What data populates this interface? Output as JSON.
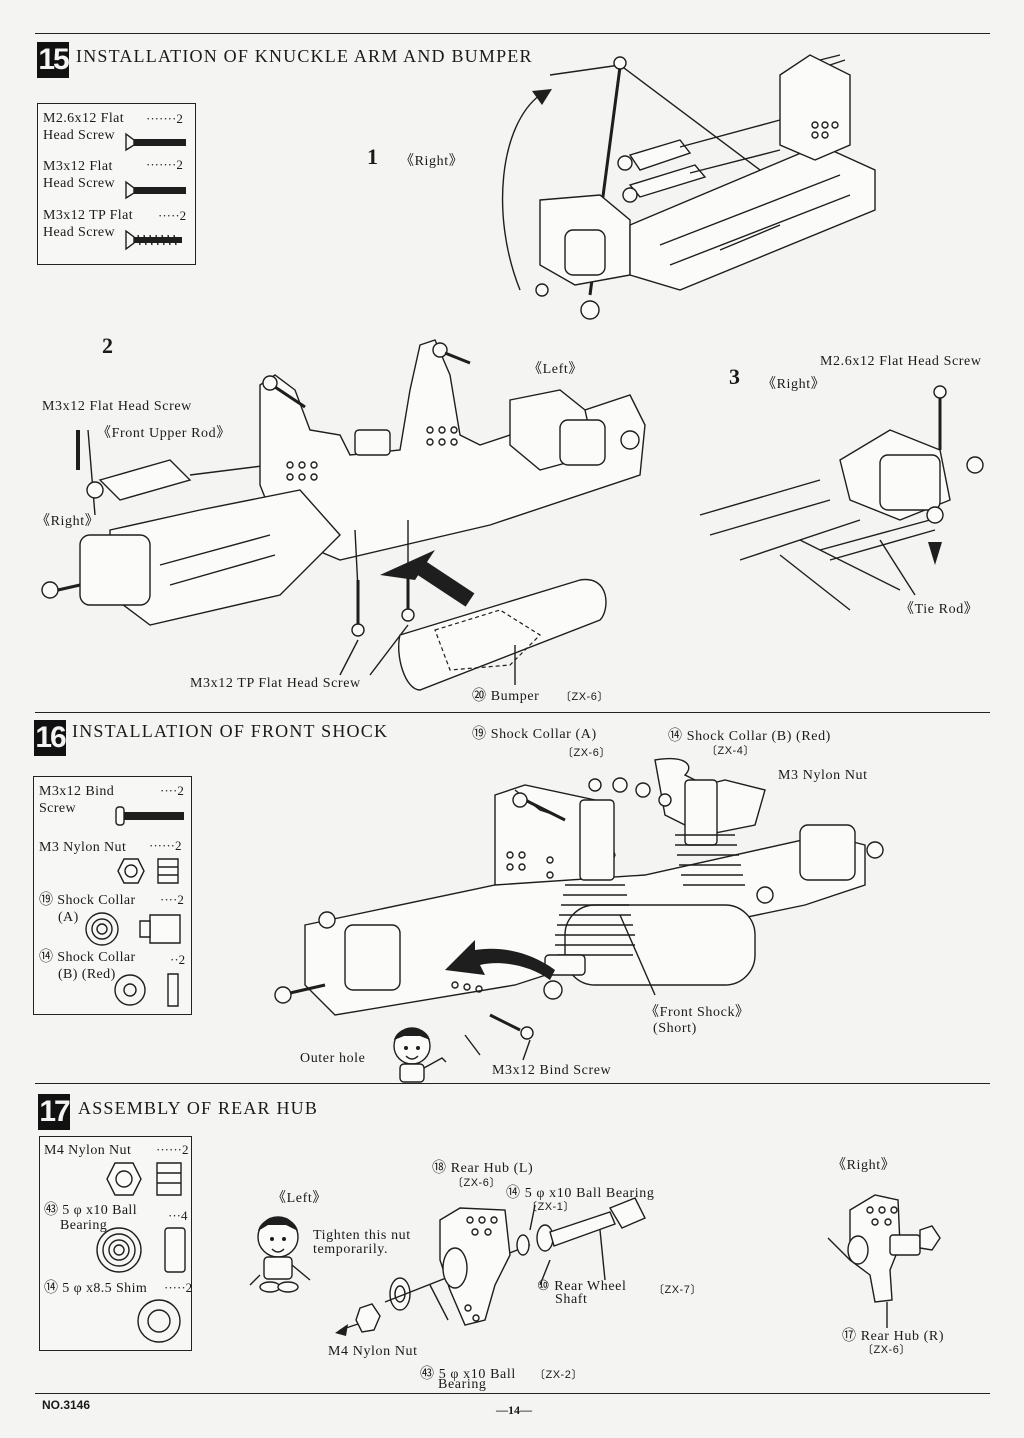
{
  "step15": {
    "number": "15",
    "title": "INSTALLATION OF KNUCKLE ARM AND BUMPER",
    "parts": [
      {
        "name": "M2.6x12 Flat Head Screw",
        "count": "2",
        "line1": "M2.6x12 Flat",
        "line2": "Head Screw"
      },
      {
        "name": "M3x12 Flat Head Screw",
        "count": "2",
        "line1": "M3x12 Flat",
        "line2": "Head Screw"
      },
      {
        "name": "M3x12 TP Flat Head Screw",
        "count": "2",
        "line1": "M3x12 TP Flat",
        "line2": "Head Screw"
      }
    ],
    "sub1": {
      "number": "1",
      "side": "《Right》"
    },
    "sub2": {
      "number": "2",
      "left": "《Left》",
      "right": "《Right》",
      "screw_flat": "M3x12 Flat Head Screw",
      "upper_rod": "《Front Upper Rod》",
      "screw_tp": "M3x12 TP Flat Head Screw",
      "bumper": "⑳ Bumper",
      "bumper_kit": "〔ZX-6〕"
    },
    "sub3": {
      "number": "3",
      "side": "《Right》",
      "screw": "M2.6x12 Flat Head Screw",
      "tie_rod": "《Tie Rod》"
    }
  },
  "step16": {
    "number": "16",
    "title": "INSTALLATION OF FRONT SHOCK",
    "parts": [
      {
        "name": "M3x12 Bind Screw",
        "count": "2",
        "line1": "M3x12 Bind",
        "line2": "Screw"
      },
      {
        "name": "M3 Nylon Nut",
        "count": "2",
        "line1": "M3 Nylon Nut",
        "line2": ""
      },
      {
        "name": "Shock Collar (A)",
        "count": "2",
        "line1": "⑲ Shock Collar",
        "line2": "(A)"
      },
      {
        "name": "Shock Collar (B) (Red)",
        "count": "2",
        "line1": "⑭ Shock Collar",
        "line2": "(B) (Red)"
      }
    ],
    "collar_a": "⑲ Shock Collar (A)",
    "collar_a_kit": "〔ZX-6〕",
    "collar_b": "⑭ Shock Collar (B) (Red)",
    "collar_b_kit": "〔ZX-4〕",
    "nylon_nut": "M3 Nylon Nut",
    "front_shock": "《Front Shock》",
    "front_shock_sub": "(Short)",
    "outer_hole": "Outer hole",
    "bind_screw": "M3x12 Bind Screw"
  },
  "step17": {
    "number": "17",
    "title": "ASSEMBLY OF REAR HUB",
    "parts": [
      {
        "name": "M4 Nylon Nut",
        "count": "2",
        "line1": "M4 Nylon Nut",
        "line2": ""
      },
      {
        "name": "5φx10 Ball Bearing",
        "count": "4",
        "line1": "㊸ 5 φ x10 Ball",
        "line2": "Bearing"
      },
      {
        "name": "5φx8.5 Shim",
        "count": "2",
        "line1": "⑭ 5 φ x8.5 Shim",
        "line2": ""
      }
    ],
    "left": "《Left》",
    "right": "《Right》",
    "tighten": "Tighten this nut temporarily.",
    "tighten_line1": "Tighten this nut",
    "tighten_line2": "temporarily.",
    "rear_hub_l": "⑱ Rear Hub (L)",
    "rear_hub_l_kit": "〔ZX-6〕",
    "bearing_top": "⑭ 5 φ x10 Ball Bearing",
    "bearing_top_kit": "〔ZX-1〕",
    "wheel_shaft_1": "⑩ Rear Wheel",
    "wheel_shaft_2": "Shaft",
    "wheel_shaft_kit": "〔ZX-7〕",
    "nylon_nut": "M4 Nylon Nut",
    "bearing_bottom_1": "㊸ 5 φ x10 Ball",
    "bearing_bottom_2": "Bearing",
    "bearing_bottom_kit": "〔ZX-2〕",
    "rear_hub_r": "⑰ Rear Hub (R)",
    "rear_hub_r_kit": "〔ZX-6〕"
  },
  "footer": {
    "model": "NO.3146",
    "page": "—14—"
  }
}
